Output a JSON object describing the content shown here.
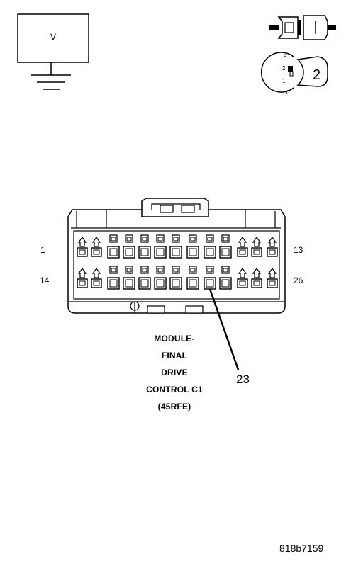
{
  "voltmeter": {
    "label": "V"
  },
  "ignition": {
    "positions": [
      "3",
      "2",
      "1",
      "0"
    ],
    "key_number": "2"
  },
  "connector": {
    "pin_start_top": "1",
    "pin_end_top": "13",
    "pin_start_bottom": "14",
    "pin_end_bottom": "26",
    "callout_pin": "23",
    "title_lines": [
      "MODULE-",
      "FINAL",
      "DRIVE",
      "CONTROL C1",
      "(45RFE)"
    ]
  },
  "figure_id": "818b7159",
  "colors": {
    "line": "#000000",
    "background": "#ffffff"
  },
  "icons": [
    "ground-icon",
    "connector-probe-icon",
    "ignition-key-icon"
  ]
}
